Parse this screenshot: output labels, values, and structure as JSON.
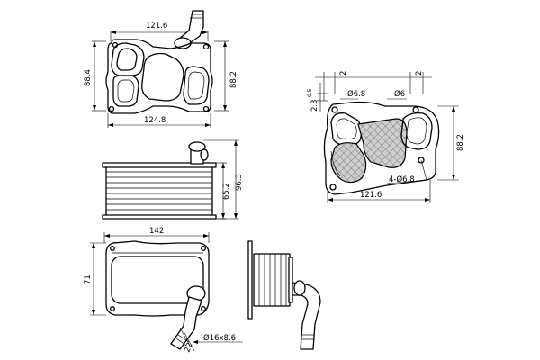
{
  "dimensions": {
    "top_width_upper": "121.6",
    "top_height_left": "88.4",
    "top_height_right": "88.2",
    "top_width_lower": "124.8",
    "side_total": "96.3",
    "side_core": "65.2",
    "bottom_width": "142",
    "bottom_height": "71",
    "pipe_diameter": "Ø16x8.6",
    "pipe_length": "22",
    "right_offset_a": "2",
    "right_offset_b": "2",
    "right_offset_h": "2.3",
    "right_offset_h_tol": "0.5",
    "right_hole_a": "Ø6.8",
    "right_hole_b": "Ø6",
    "right_height": "88.2",
    "right_holes": "4-Ø6.8",
    "right_width": "121.6"
  }
}
